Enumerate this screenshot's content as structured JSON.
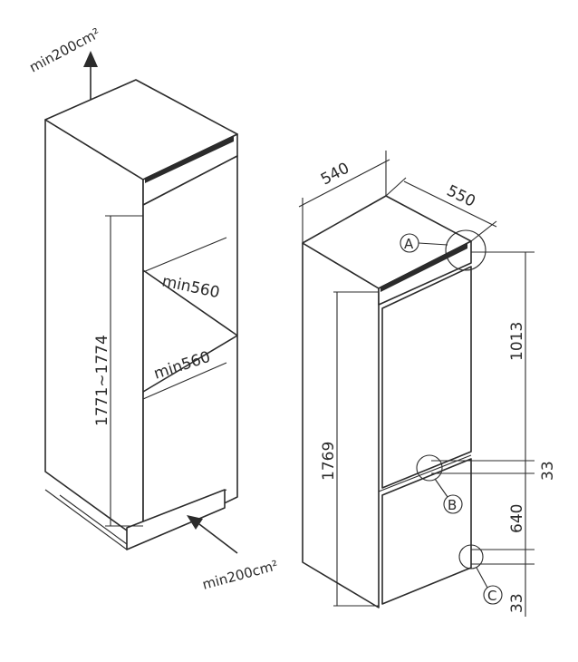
{
  "cabinet": {
    "vent_top": "min200cm²",
    "vent_bottom": "min200cm²",
    "height_range": "1771~1774",
    "depth_upper": "min560",
    "depth_lower": "min560"
  },
  "fridge": {
    "width": "540",
    "depth": "550",
    "total_height": "1769",
    "upper_section": "1013",
    "gap_b": "33",
    "lower_section": "640",
    "gap_c": "33",
    "callouts": [
      "A",
      "B",
      "C"
    ]
  }
}
